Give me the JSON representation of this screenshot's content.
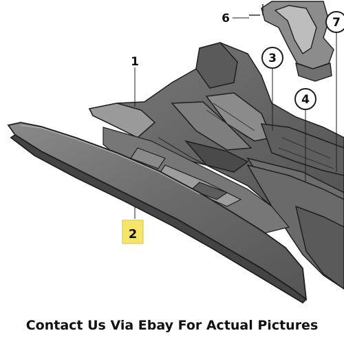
{
  "diagram": {
    "callouts": [
      {
        "id": "1",
        "label": "1",
        "highlighted": false,
        "circled": false
      },
      {
        "id": "2",
        "label": "2",
        "highlighted": true,
        "circled": false
      },
      {
        "id": "3",
        "label": "3",
        "highlighted": false,
        "circled": true
      },
      {
        "id": "4",
        "label": "4",
        "highlighted": false,
        "circled": true
      },
      {
        "id": "6",
        "label": "6",
        "highlighted": false,
        "circled": false
      },
      {
        "id": "7",
        "label": "7",
        "highlighted": false,
        "circled": true
      }
    ],
    "colors": {
      "part_fill": "#6f6f6f",
      "part_dark": "#4a4a4a",
      "part_light": "#9a9a9a",
      "outline": "#1e1e1e",
      "highlight": "#f5e66a",
      "background": "#ffffff"
    }
  },
  "caption": {
    "text": "Contact Us Via Ebay For Actual Pictures"
  }
}
